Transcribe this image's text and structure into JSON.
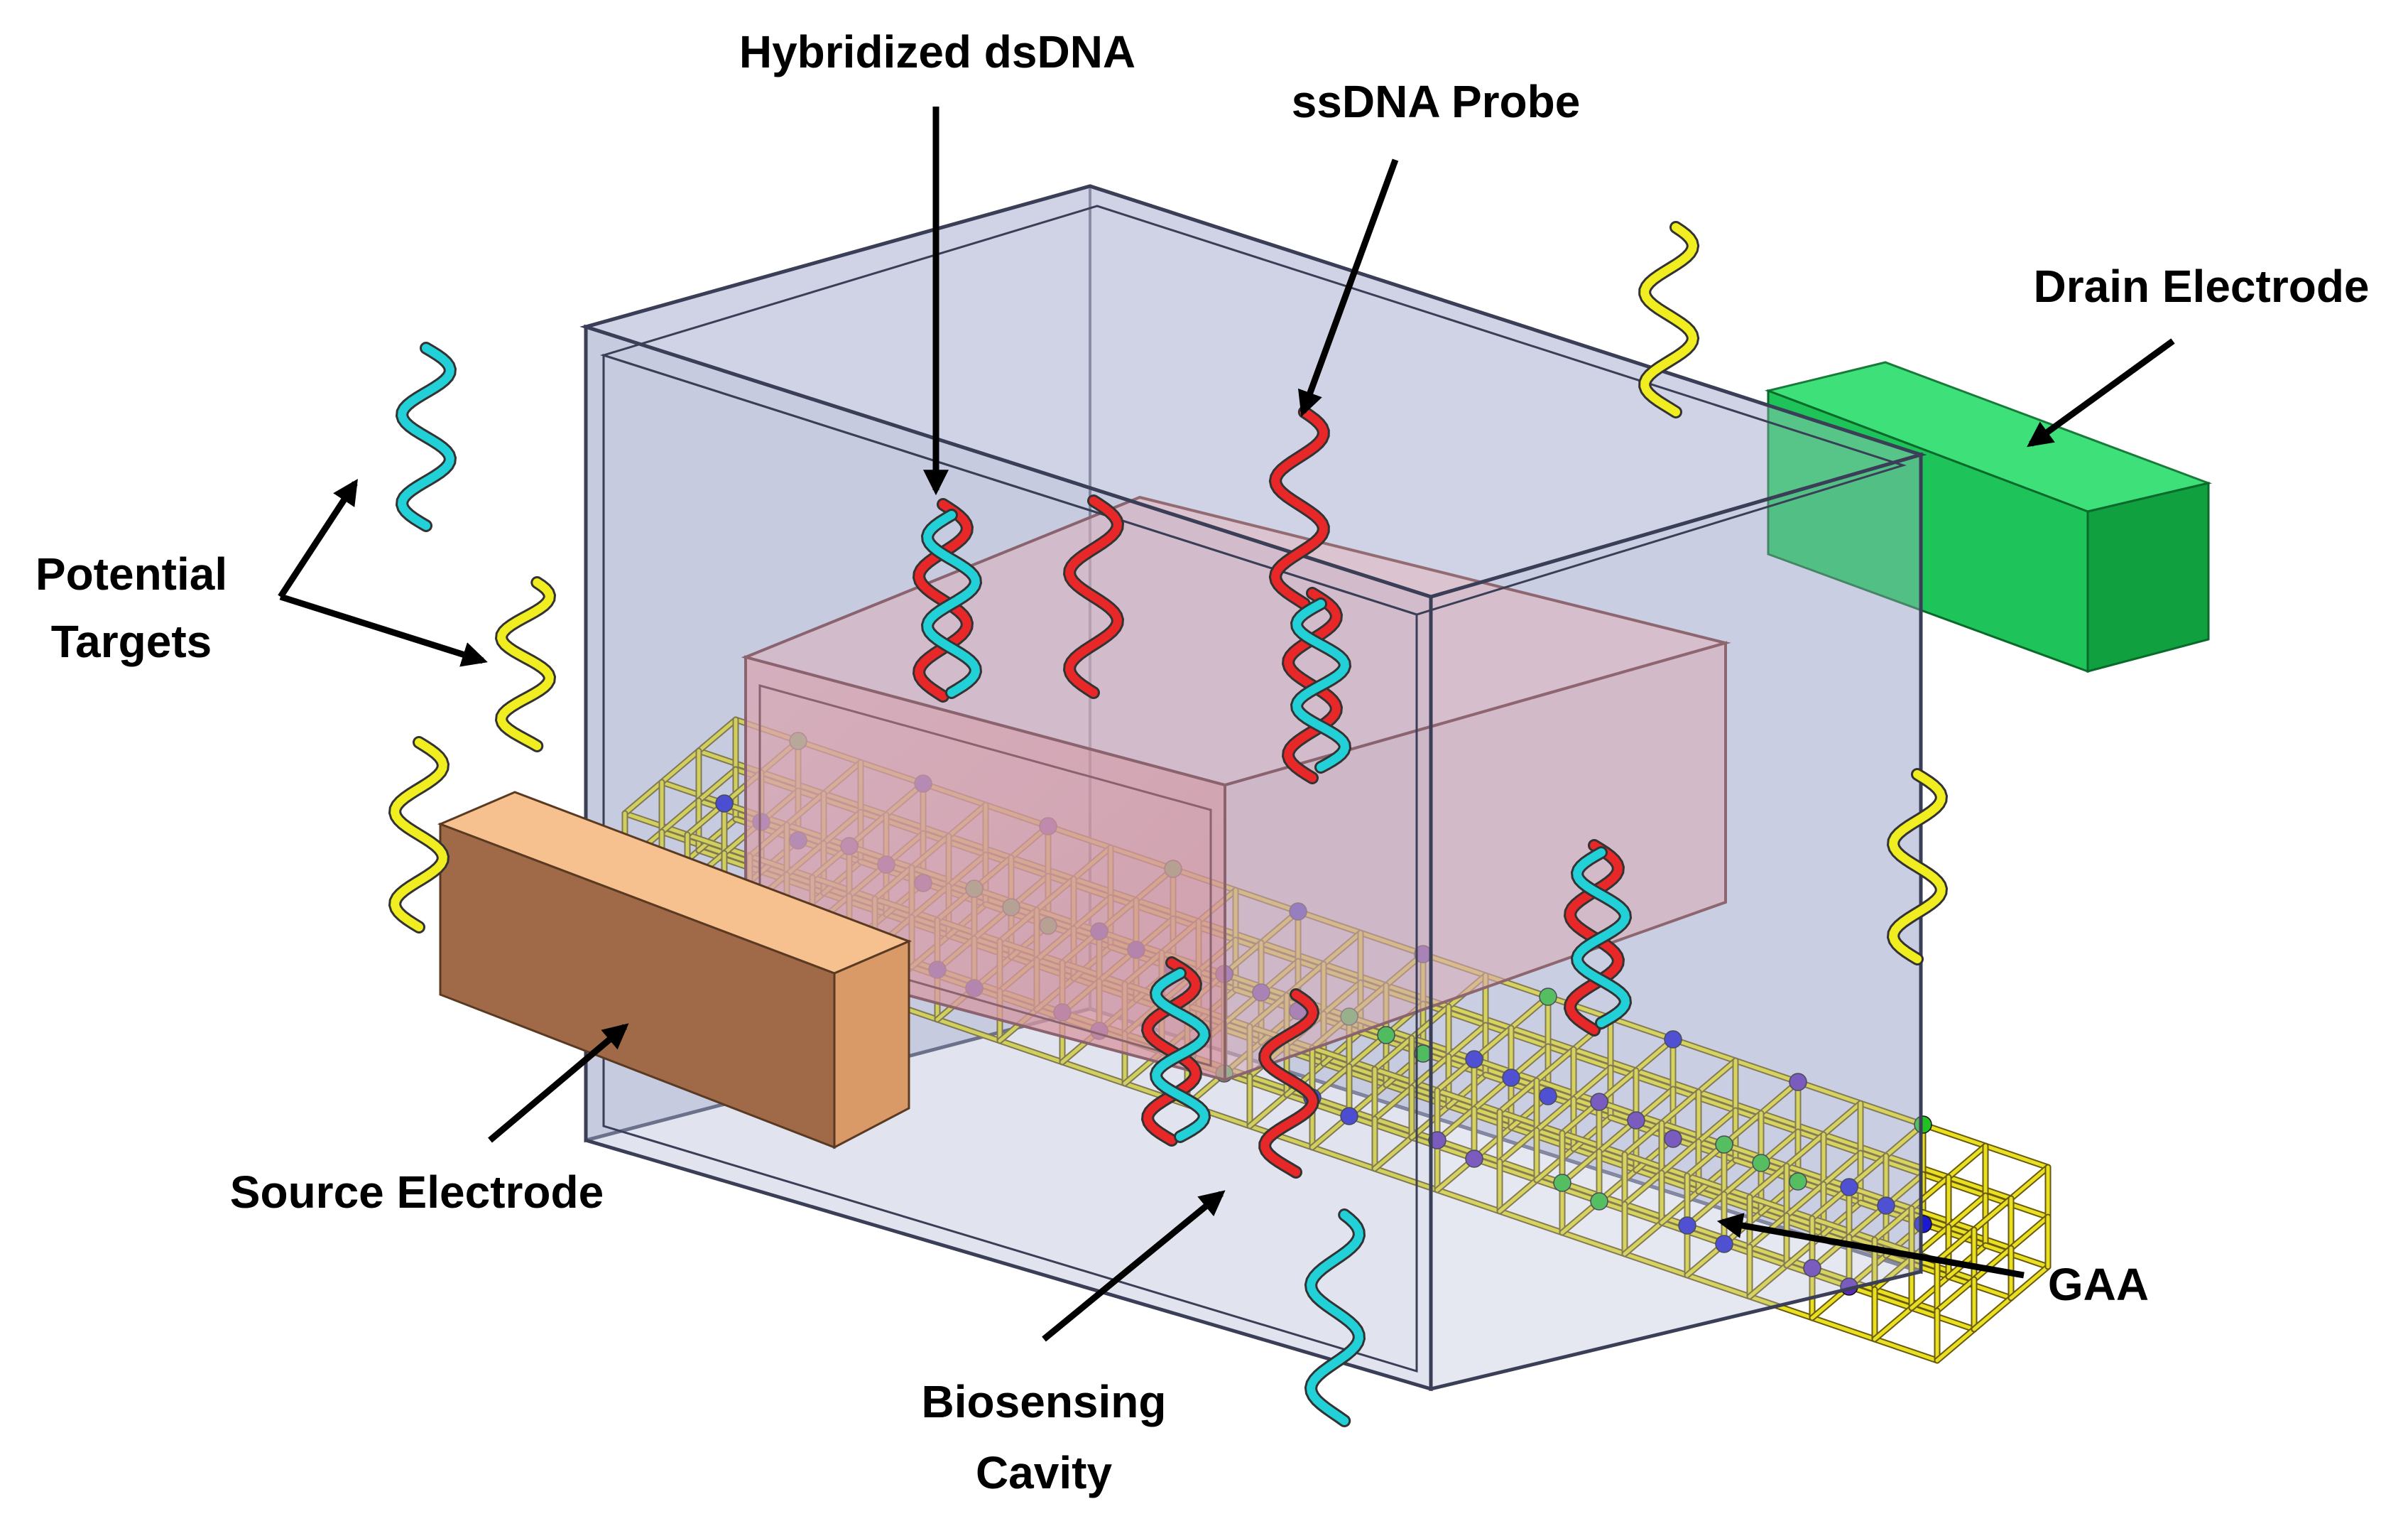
{
  "labels": {
    "hybridized": "Hybridized dsDNA",
    "ssdna": "ssDNA Probe",
    "drain": "Drain Electrode",
    "potential_line1": "Potential",
    "potential_line2": "Targets",
    "source": "Source Electrode",
    "gaa": "GAA",
    "cavity_line1": "Biosensing",
    "cavity_line2": "Cavity"
  },
  "colors": {
    "gaa_box": "#b7bdd8",
    "cavity_box": "#f08a8a",
    "source_electrode": "#a06a48",
    "source_electrode_top": "#f7c18f",
    "drain_electrode": "#1ec45a",
    "lattice": "#e8e020",
    "atom_blue": "#1a1ad0",
    "atom_green": "#22c022",
    "atom_purple": "#5a2ab0",
    "strand_red": "#e82828",
    "strand_cyan": "#22d0d8",
    "strand_yellow": "#f0ee20",
    "arrow": "#000000"
  },
  "icons": {
    "helix": "dna-helix-icon",
    "atom": "atom-sphere-icon",
    "arrow": "arrow-icon"
  }
}
